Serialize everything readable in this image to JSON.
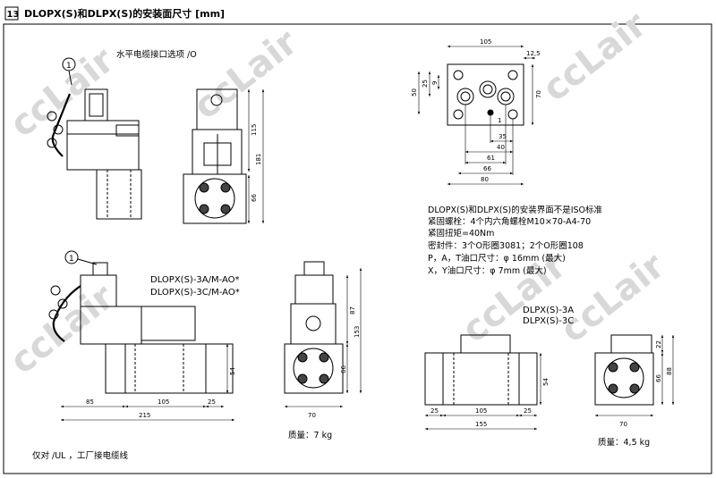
{
  "header": {
    "section_number": "13",
    "title": "DLOPX(S)和DLPX(S)的安装面尺寸 [mm]"
  },
  "watermark": "ccLair",
  "views": {
    "top_left": {
      "caption": "水平电缆接口选项 /O",
      "callout": "1",
      "dims": [
        "115",
        "181",
        "66"
      ]
    },
    "mid_left": {
      "callout": "1",
      "model_a": "DLOPX(S)-3A/M-AO*",
      "model_b": "DLOPX(S)-3C/M-AO*",
      "dims": [
        "85",
        "105",
        "25",
        "215",
        "54",
        "87",
        "153",
        "66",
        "70"
      ],
      "mass": "质量：7 kg"
    },
    "bottom_note": "仅对 /UL ，工厂接电缆线",
    "interface": {
      "dims": [
        "105",
        "12,5",
        "50",
        "25",
        "9",
        "70",
        "35",
        "40",
        "61",
        "66",
        "80",
        "1"
      ]
    },
    "notes": [
      "DLOPX(S)和DLPX(S)的安装界面不是ISO标准",
      "紧固螺栓：4个内六角螺栓M10×70-A4-70",
      "紧固扭矩=40Nm",
      "密封件：3个O形圈3081；2个O形圈108",
      "P，A，T油口尺寸：φ 16mm  (最大)",
      "X，Y油口尺寸：φ 7mm  (最大)"
    ],
    "right_models": {
      "a": "DLPX(S)-3A",
      "b": "DLPX(S)-3C"
    },
    "bottom_right": {
      "dims": [
        "25",
        "105",
        "25",
        "155",
        "54",
        "22",
        "88",
        "66",
        "70"
      ],
      "mass": "质量：4,5 kg"
    }
  }
}
